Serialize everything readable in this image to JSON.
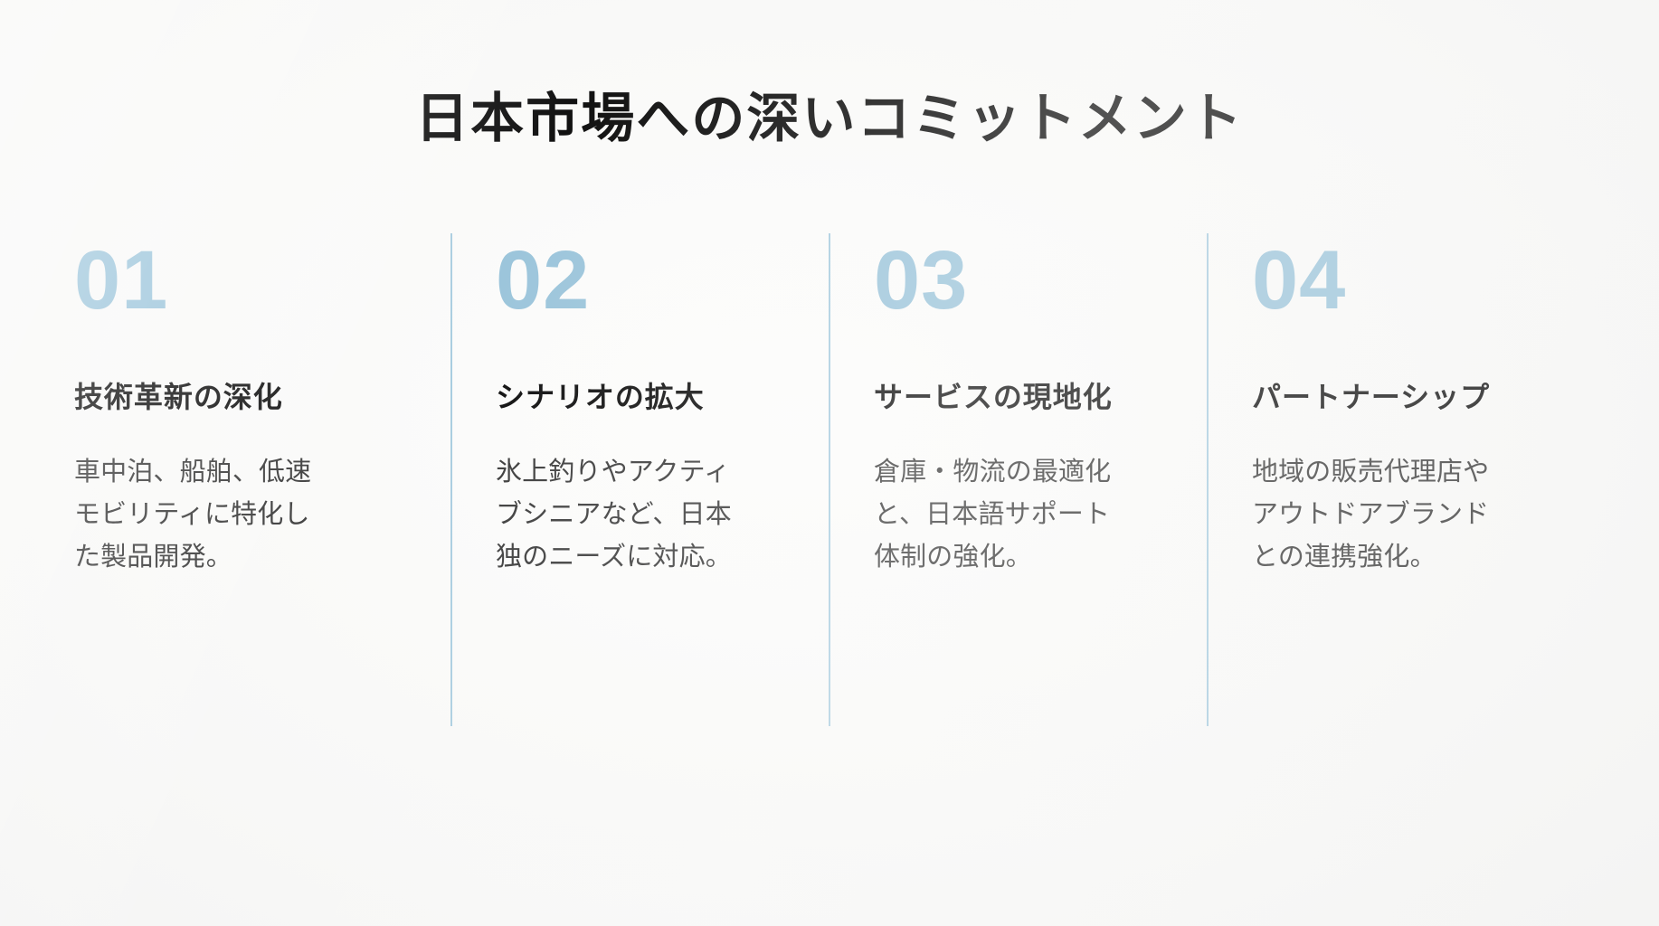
{
  "slide": {
    "title": "日本市場への深いコミットメント",
    "background_color": "#fbfbfa",
    "accent_color": "#9cc5db",
    "divider_color": "#a9cde0",
    "heading_color": "#101010",
    "body_color": "#3a3a3a"
  },
  "columns": [
    {
      "number": "01",
      "heading": "技術革新の深化",
      "body_lines": [
        "車中泊、船舶、低速",
        "モビリティに特化し",
        "た製品開発。"
      ],
      "body_text": "車中泊、船舶、低速モビリティに特化した製品開発。"
    },
    {
      "number": "02",
      "heading": "シナリオの拡大",
      "body_lines": [
        "氷上釣りやアクティ",
        "ブシニアなど、日本",
        "独のニーズに対応。"
      ],
      "body_text": "氷上釣りやアクティブシニアなど、日本独のニーズに対応。"
    },
    {
      "number": "03",
      "heading": "サービスの現地化",
      "body_lines": [
        "倉庫・物流の最適化",
        "と、日本語サポート",
        "体制の強化。"
      ],
      "body_text": "倉庫・物流の最適化と、日本語サポート体制の強化。"
    },
    {
      "number": "04",
      "heading": "パートナーシップ",
      "body_lines": [
        "地域の販売代理店や",
        "アウトドアブランド",
        "との連携強化。"
      ],
      "body_text": "地域の販売代理店やアウトドアブランドとの連携強化。"
    }
  ]
}
